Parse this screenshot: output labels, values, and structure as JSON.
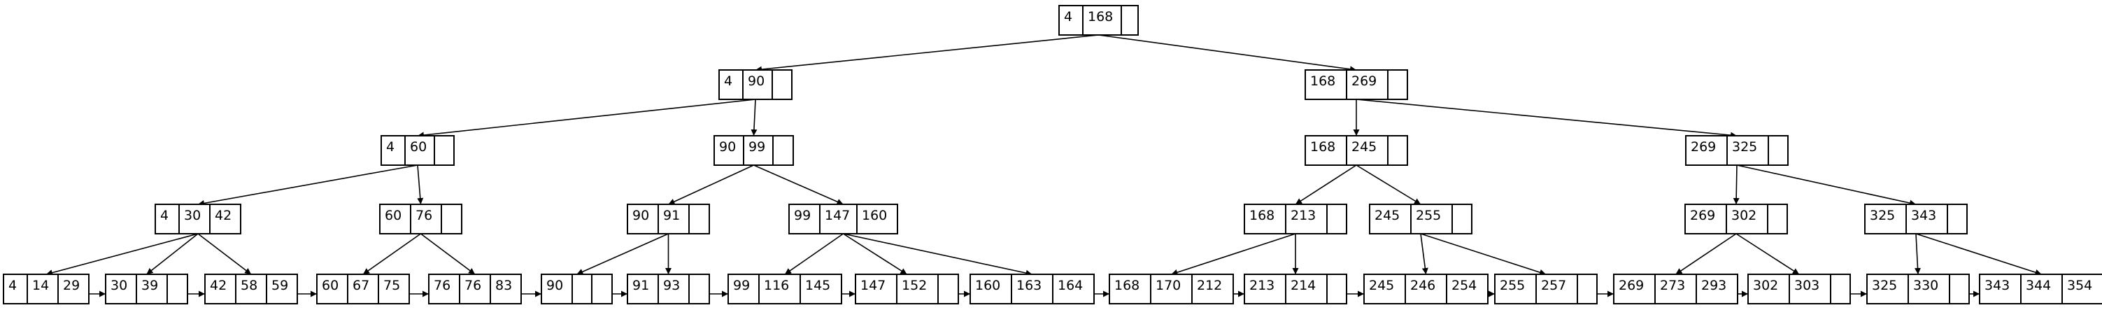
{
  "colors": {
    "stroke": "#000000",
    "background": "#ffffff",
    "text": "#000000"
  },
  "nodes": [
    {
      "id": "n0",
      "keys": [
        "4",
        "168",
        ""
      ]
    },
    {
      "id": "n1",
      "keys": [
        "4",
        "90",
        ""
      ]
    },
    {
      "id": "n2",
      "keys": [
        "168",
        "269",
        ""
      ]
    },
    {
      "id": "n3",
      "keys": [
        "4",
        "60",
        ""
      ]
    },
    {
      "id": "n4",
      "keys": [
        "90",
        "99",
        ""
      ]
    },
    {
      "id": "n5",
      "keys": [
        "168",
        "245",
        ""
      ]
    },
    {
      "id": "n6",
      "keys": [
        "269",
        "325",
        ""
      ]
    },
    {
      "id": "n7",
      "keys": [
        "4",
        "30",
        "42"
      ]
    },
    {
      "id": "n8",
      "keys": [
        "60",
        "76",
        ""
      ]
    },
    {
      "id": "n9",
      "keys": [
        "90",
        "91",
        ""
      ]
    },
    {
      "id": "n10",
      "keys": [
        "99",
        "147",
        "160"
      ]
    },
    {
      "id": "n11",
      "keys": [
        "168",
        "213",
        ""
      ]
    },
    {
      "id": "n12",
      "keys": [
        "245",
        "255",
        ""
      ]
    },
    {
      "id": "n13",
      "keys": [
        "269",
        "302",
        ""
      ]
    },
    {
      "id": "n14",
      "keys": [
        "325",
        "343",
        ""
      ]
    },
    {
      "id": "l0",
      "keys": [
        "4",
        "14",
        "29"
      ]
    },
    {
      "id": "l1",
      "keys": [
        "30",
        "39",
        ""
      ]
    },
    {
      "id": "l2",
      "keys": [
        "42",
        "58",
        "59"
      ]
    },
    {
      "id": "l3",
      "keys": [
        "60",
        "67",
        "75"
      ]
    },
    {
      "id": "l4",
      "keys": [
        "76",
        "76",
        "83"
      ]
    },
    {
      "id": "l5",
      "keys": [
        "90",
        "",
        ""
      ]
    },
    {
      "id": "l6",
      "keys": [
        "91",
        "93",
        ""
      ]
    },
    {
      "id": "l7",
      "keys": [
        "99",
        "116",
        "145"
      ]
    },
    {
      "id": "l8",
      "keys": [
        "147",
        "152",
        ""
      ]
    },
    {
      "id": "l9",
      "keys": [
        "160",
        "163",
        "164"
      ]
    },
    {
      "id": "l10",
      "keys": [
        "168",
        "170",
        "212"
      ]
    },
    {
      "id": "l11",
      "keys": [
        "213",
        "214",
        ""
      ]
    },
    {
      "id": "l12",
      "keys": [
        "245",
        "246",
        "254"
      ]
    },
    {
      "id": "l13",
      "keys": [
        "255",
        "257",
        ""
      ]
    },
    {
      "id": "l14",
      "keys": [
        "269",
        "273",
        "293"
      ]
    },
    {
      "id": "l15",
      "keys": [
        "302",
        "303",
        ""
      ]
    },
    {
      "id": "l16",
      "keys": [
        "325",
        "330",
        ""
      ]
    },
    {
      "id": "l17",
      "keys": [
        "343",
        "344",
        "354"
      ]
    }
  ],
  "edges": [
    [
      "n0",
      "n1"
    ],
    [
      "n0",
      "n2"
    ],
    [
      "n1",
      "n3"
    ],
    [
      "n1",
      "n4"
    ],
    [
      "n2",
      "n5"
    ],
    [
      "n2",
      "n6"
    ],
    [
      "n3",
      "n7"
    ],
    [
      "n3",
      "n8"
    ],
    [
      "n4",
      "n9"
    ],
    [
      "n4",
      "n10"
    ],
    [
      "n5",
      "n11"
    ],
    [
      "n5",
      "n12"
    ],
    [
      "n6",
      "n13"
    ],
    [
      "n6",
      "n14"
    ],
    [
      "n7",
      "l0"
    ],
    [
      "n7",
      "l1"
    ],
    [
      "n7",
      "l2"
    ],
    [
      "n8",
      "l3"
    ],
    [
      "n8",
      "l4"
    ],
    [
      "n9",
      "l5"
    ],
    [
      "n9",
      "l6"
    ],
    [
      "n10",
      "l7"
    ],
    [
      "n10",
      "l8"
    ],
    [
      "n10",
      "l9"
    ],
    [
      "n11",
      "l10"
    ],
    [
      "n11",
      "l11"
    ],
    [
      "n12",
      "l12"
    ],
    [
      "n12",
      "l13"
    ],
    [
      "n13",
      "l14"
    ],
    [
      "n13",
      "l15"
    ],
    [
      "n14",
      "l16"
    ],
    [
      "n14",
      "l17"
    ]
  ],
  "leaf_links": [
    [
      "l0",
      "l1"
    ],
    [
      "l1",
      "l2"
    ],
    [
      "l2",
      "l3"
    ],
    [
      "l3",
      "l4"
    ],
    [
      "l4",
      "l5"
    ],
    [
      "l5",
      "l6"
    ],
    [
      "l6",
      "l7"
    ],
    [
      "l7",
      "l8"
    ],
    [
      "l8",
      "l9"
    ],
    [
      "l9",
      "l10"
    ],
    [
      "l10",
      "l11"
    ],
    [
      "l11",
      "l12"
    ],
    [
      "l12",
      "l13"
    ],
    [
      "l13",
      "l14"
    ],
    [
      "l14",
      "l15"
    ],
    [
      "l15",
      "l16"
    ],
    [
      "l16",
      "l17"
    ]
  ]
}
